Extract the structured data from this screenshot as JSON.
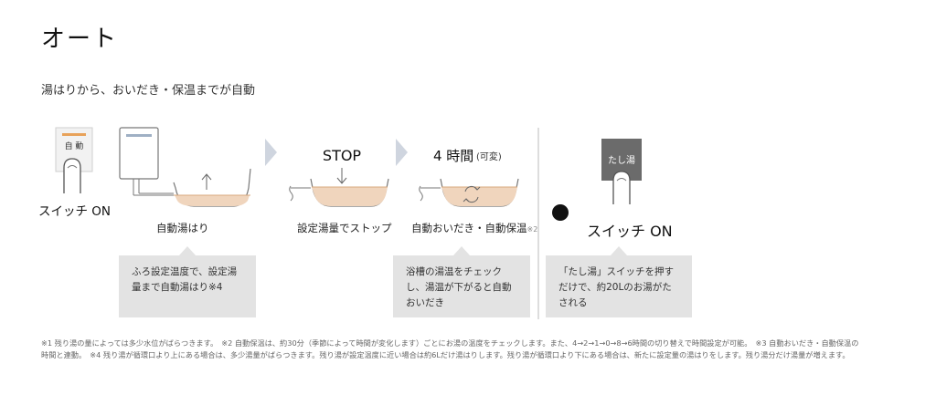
{
  "title": "オート",
  "subtitle": "湯はりから、おいだき・保温までが自動",
  "switch_button": {
    "label": "自 動"
  },
  "switch_on_left": "スイッチ ON",
  "steps": [
    {
      "label": "自動湯はり"
    },
    {
      "label": "設定湯量でストップ",
      "heading": "STOP"
    },
    {
      "label": "自動おいだき・自動保温",
      "note": "※2",
      "heading_num": "4 時間",
      "heading_sub": "(可変)"
    }
  ],
  "callouts": [
    "ふろ設定温度で、設定湯量まで自動湯はり※4",
    "浴槽の湯温をチェックし、湯温が下がると自動おいだき",
    "「たし湯」スイッチを押すだけで、約20Lのお湯がたされる"
  ],
  "tashiyu": {
    "button_label": "たし湯",
    "switch_on": "スイッチ ON"
  },
  "footnotes": "※1 残り湯の量によっては多少水位がばらつきます。　※2 自動保温は、約30分（季節によって時間が変化します）ごとにお湯の温度をチェックします。また、4→2→1→0→8→6時間の切り替えで時間設定が可能。　※3 自動おいだき・自動保温の時間と連動。　※4 残り湯が循環口より上にある場合は、多少湯量がばらつきます。残り湯が設定温度に近い場合は約6Lだけ湯はりします。残り湯が循環口より下にある場合は、新たに設定量の湯はりをします。残り湯分だけ湯量が増えます。"
}
